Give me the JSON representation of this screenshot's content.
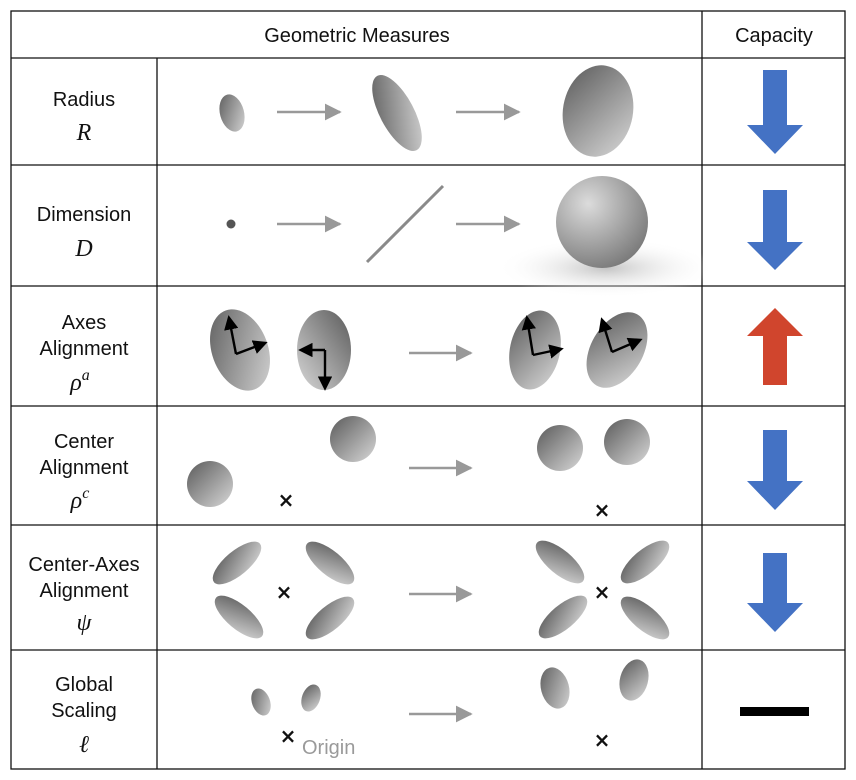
{
  "header": {
    "geometric_measures": "Geometric Measures",
    "capacity": "Capacity"
  },
  "rows": [
    {
      "label": [
        "Radius"
      ],
      "symbol": "R",
      "superscript": "",
      "capacity": "down"
    },
    {
      "label": [
        "Dimension"
      ],
      "symbol": "D",
      "superscript": "",
      "capacity": "down"
    },
    {
      "label": [
        "Axes",
        "Alignment"
      ],
      "symbol": "ρ",
      "superscript": "a",
      "capacity": "up"
    },
    {
      "label": [
        "Center",
        "Alignment"
      ],
      "symbol": "ρ",
      "superscript": "c",
      "capacity": "down"
    },
    {
      "label": [
        "Center-Axes",
        "Alignment"
      ],
      "symbol": "ψ",
      "superscript": "",
      "capacity": "down"
    },
    {
      "label": [
        "Global",
        "Scaling"
      ],
      "symbol": "ℓ",
      "superscript": "",
      "capacity": "flat"
    }
  ],
  "origin_label": "Origin",
  "cross_glyph": "×",
  "colors": {
    "down_arrow": "#4472c4",
    "up_arrow": "#d0452d",
    "flat_bar": "#000000",
    "transition_arrow": "#999999",
    "grid": "#111111"
  }
}
